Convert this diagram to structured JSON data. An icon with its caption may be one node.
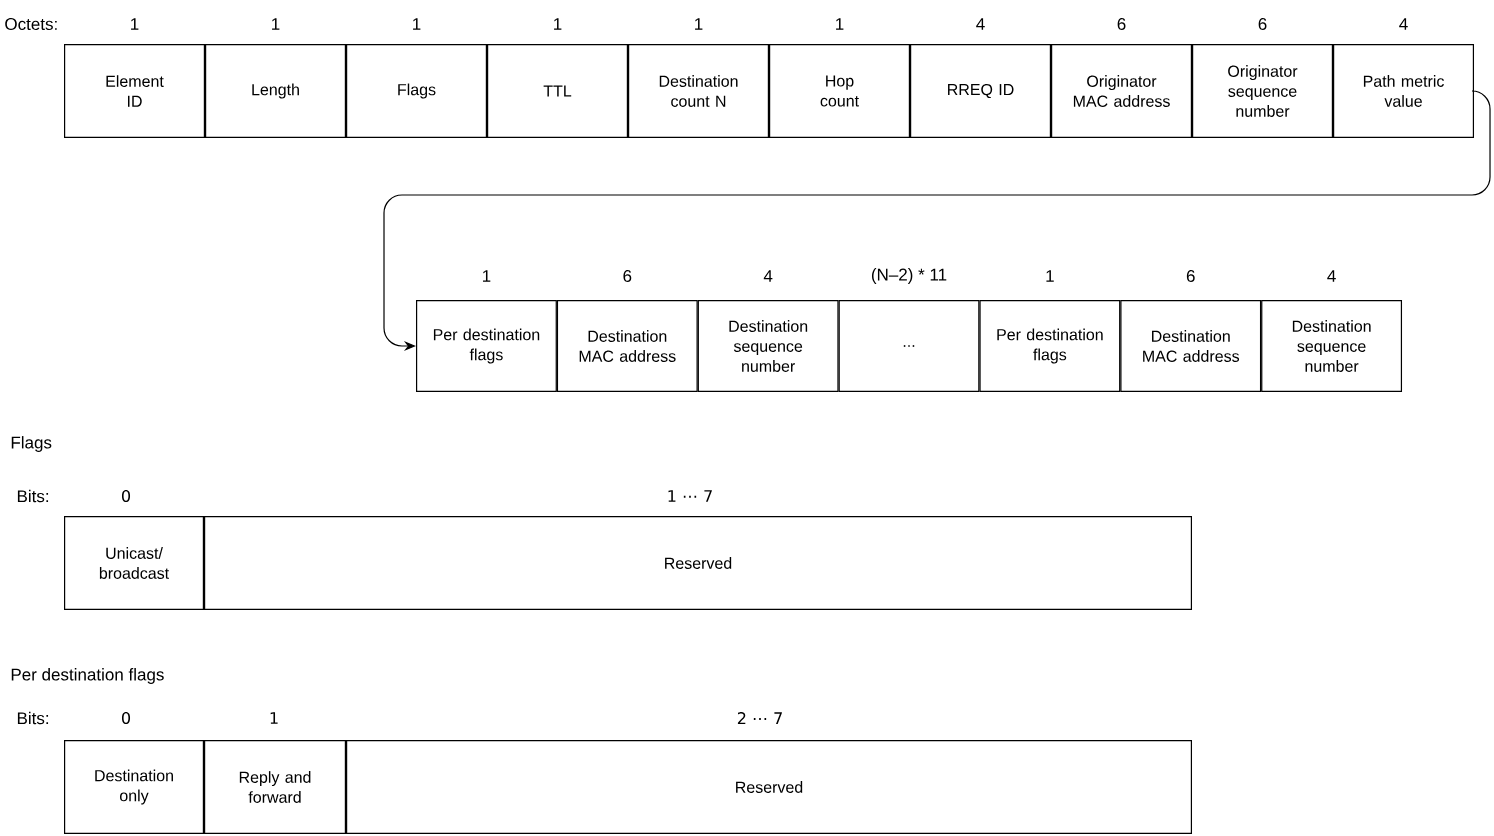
{
  "diagram": {
    "nodes": [
      {
        "text": [
          "Element ID"
        ],
        "beside": [
          "1"
        ]
      },
      {
        "text": [
          "Length"
        ],
        "beside": [
          "1"
        ]
      },
      {
        "text": [
          "Flags"
        ],
        "beside": [
          "1"
        ]
      },
      {
        "text": [
          "TTL"
        ],
        "beside": [
          "1"
        ]
      },
      {
        "text": [
          "Destination count N"
        ],
        "beside": [
          "1"
        ]
      },
      {
        "text": [
          "Hop count"
        ],
        "beside": [
          "1"
        ]
      },
      {
        "text": [
          "RREQ ID"
        ],
        "beside": [
          "4"
        ]
      },
      {
        "text": [
          "Originator MAC address"
        ],
        "beside": [
          "6"
        ]
      },
      {
        "text": [
          "Originator sequence number"
        ],
        "beside": [
          "6"
        ]
      },
      {
        "text": [
          "Path metric value"
        ],
        "beside": [
          "4"
        ]
      },
      {
        "text": [
          "Per destination flags"
        ],
        "beside": [
          "1"
        ]
      },
      {
        "text": [
          "Destination MAC address"
        ],
        "beside": [
          "6"
        ]
      },
      {
        "text": [
          "Destination sequence number"
        ],
        "beside": [
          "4"
        ]
      },
      {
        "text": [
          "..."
        ],
        "beside": [
          "(N–2) * 11"
        ]
      },
      {
        "text": [
          "Per destination flags"
        ],
        "beside": [
          "1"
        ]
      },
      {
        "text": [
          "Destination MAC address"
        ],
        "beside": [
          "6"
        ]
      },
      {
        "text": [
          "Destination sequence number"
        ],
        "beside": [
          "4"
        ]
      },
      {
        "text": [
          "Unicast/ broadcast"
        ],
        "beside": [
          "0"
        ]
      },
      {
        "text": [
          "Reserved"
        ],
        "beside": [
          "1 ⋯ 7"
        ]
      },
      {
        "text": [
          "Destination only"
        ],
        "beside": [
          "0"
        ]
      },
      {
        "text": [
          "Reply and forward"
        ],
        "beside": [
          "1"
        ]
      },
      {
        "text": [
          "Reserved"
        ],
        "beside": [
          "2 ⋯ 7"
        ]
      }
    ],
    "edges": [
      {
        "from": 9,
        "to": 10,
        "arrow": "to"
      }
    ],
    "labels": [
      "Octets:",
      "Flags",
      "Bits:",
      "Per destination flags",
      "Bits:"
    ]
  }
}
